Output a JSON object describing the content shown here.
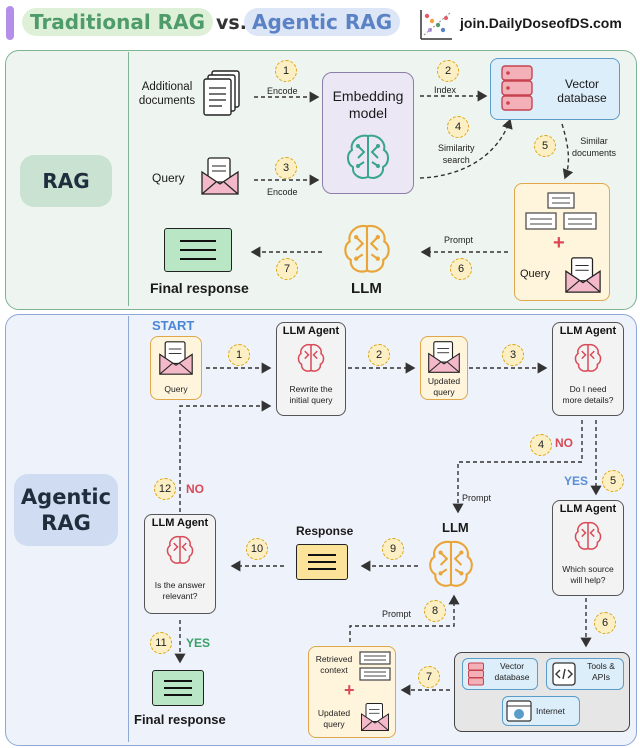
{
  "header": {
    "title_part1": "Traditional RAG",
    "title_vs": "vs.",
    "title_part2": "Agentic RAG",
    "brand": "join.DailyDoseofDS.com"
  },
  "rag": {
    "section_label": "RAG",
    "additional_documents": "Additional\ndocuments",
    "query": "Query",
    "embedding_model": "Embedding\nmodel",
    "vector_database": "Vector\ndatabase",
    "llm": "LLM",
    "final_response": "Final response",
    "query_in_prompt": "Query",
    "steps": [
      {
        "num": "1",
        "label": "Encode"
      },
      {
        "num": "2",
        "label": "Index"
      },
      {
        "num": "3",
        "label": "Encode"
      },
      {
        "num": "4",
        "label": "Similarity\nsearch"
      },
      {
        "num": "5",
        "label": "Similar\ndocuments"
      },
      {
        "num": "6",
        "label": "Prompt"
      },
      {
        "num": "7",
        "label": ""
      }
    ]
  },
  "agentic": {
    "section_label": "Agentic\nRAG",
    "start": "START",
    "query": "Query",
    "agent_title": "LLM Agent",
    "rewrite": "Rewrite the\ninitial query",
    "updated_query": "Updated\nquery",
    "need_details": "Do I need\nmore details?",
    "which_source": "Which source\nwill help?",
    "answer_relevant": "Is the answer\nrelevant?",
    "llm": "LLM",
    "response": "Response",
    "final_response": "Final response",
    "no": "NO",
    "yes": "YES",
    "prompt": "Prompt",
    "retrieved_context": "Retrieved\ncontext",
    "updated_query_bottom": "Updated\nquery",
    "vector_database": "Vector\ndatabase",
    "tools_apis": "Tools &\nAPIs",
    "internet": "Internet",
    "steps": [
      "1",
      "2",
      "3",
      "4",
      "5",
      "6",
      "7",
      "8",
      "9",
      "10",
      "11",
      "12"
    ]
  },
  "colors": {
    "green_panel_bg": "#eef5f0",
    "green_panel_border": "#7fb394",
    "blue_panel_bg": "#eef2fa",
    "blue_panel_border": "#8ea9d6",
    "accent_red": "#d94a56",
    "accent_orange": "#e6a23c",
    "yes_blue": "#5b8ed6",
    "yes_green": "#3aa06a",
    "no_red": "#d94a56"
  }
}
